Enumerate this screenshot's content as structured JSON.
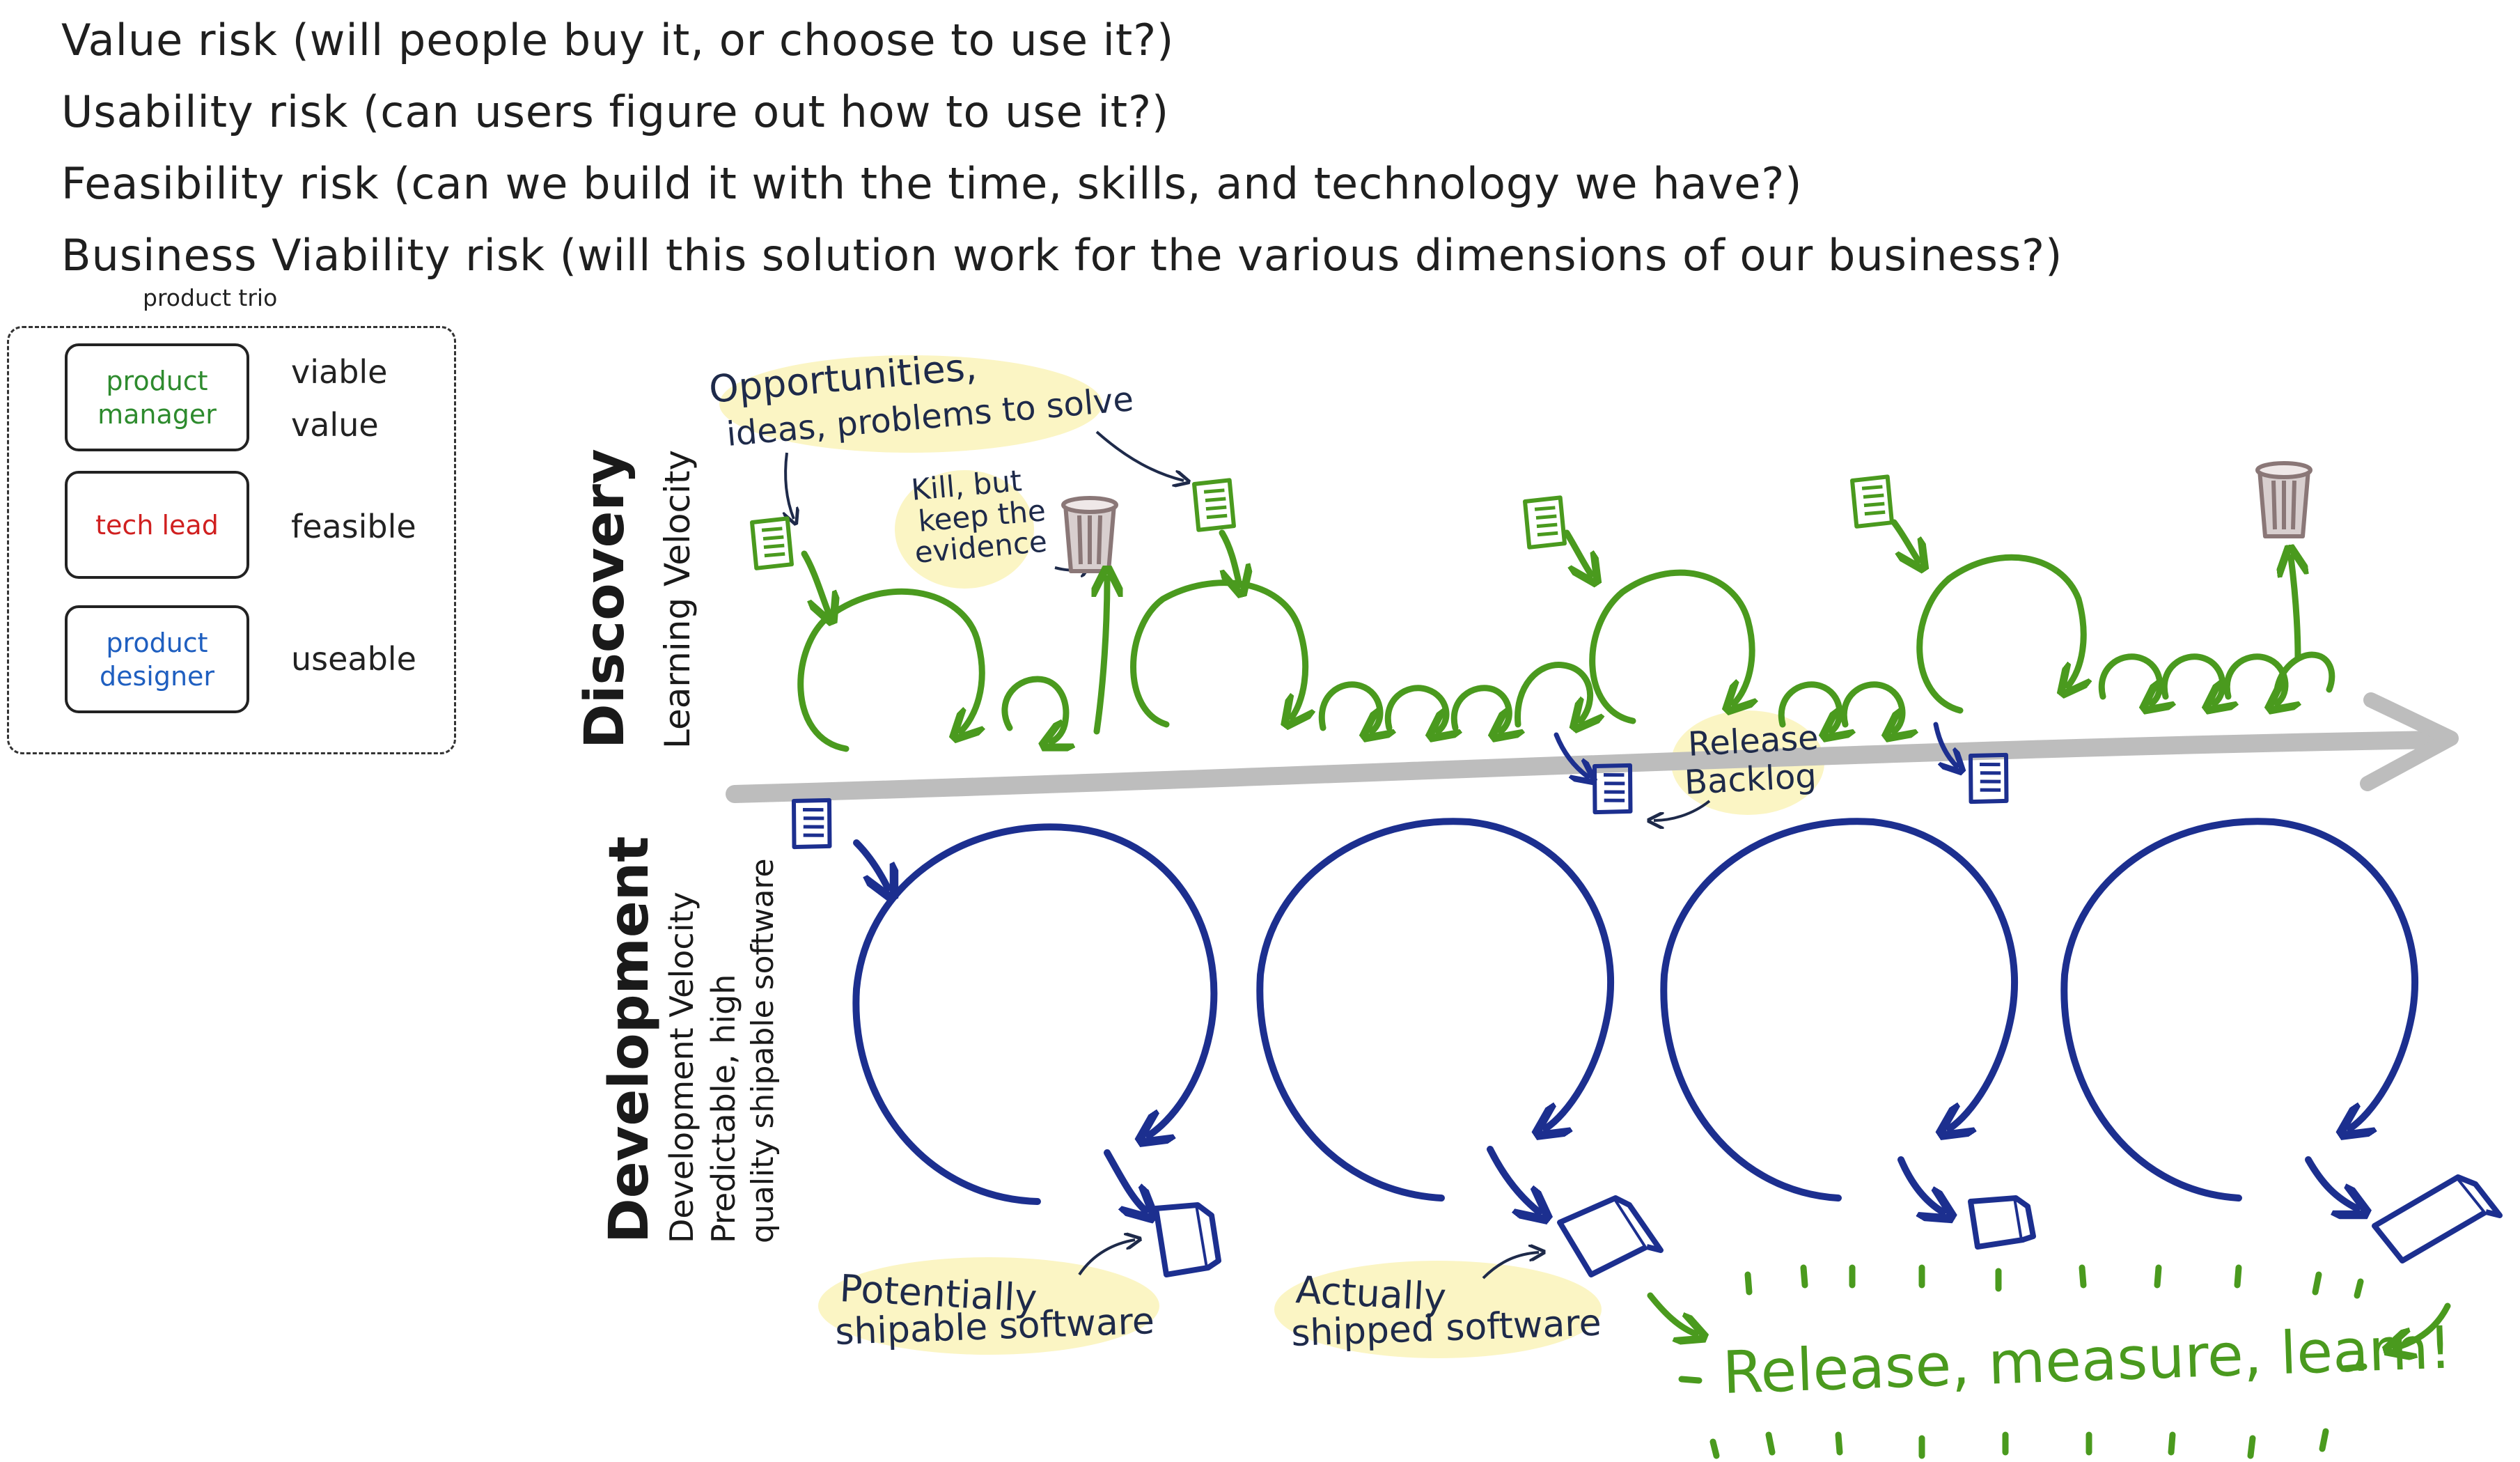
{
  "risks": [
    "Value risk (will people buy it, or choose to use it?)",
    "Usability risk (can users figure out how to use it?)",
    "Feasibility risk (can we build it with the time, skills, and technology we have?)",
    "Business Viability risk (will this solution work for the various dimensions of our business?)"
  ],
  "trio": {
    "title": "product trio",
    "pm": "product manager",
    "tech_lead": "tech lead",
    "designer": "product designer",
    "viable": "viable",
    "value": "value",
    "feasible": "feasible",
    "useable": "useable"
  },
  "discovery": {
    "title": "Discovery",
    "subtitle": "Learning Velocity",
    "opportunities": "Opportunities,",
    "opportunities2": "ideas, problems to solve",
    "kill1": "Kill, but",
    "kill2": "keep the",
    "kill3": "evidence",
    "release1": "Release",
    "release2": "Backlog"
  },
  "development": {
    "title": "Development",
    "sub1": "Development Velocity",
    "sub2": "Predictable, high",
    "sub3": "quality shipable software",
    "pot1": "Potentially",
    "pot2": "shipable software",
    "act1": "Actually",
    "act2": "shipped software",
    "release": "Release, measure, learn!"
  },
  "colors": {
    "green": "#4a9a1e",
    "blue": "#1c2f8f",
    "navy": "#1e2a4a",
    "gray": "#bdbdbd",
    "highlight": "#fbf5c4"
  }
}
